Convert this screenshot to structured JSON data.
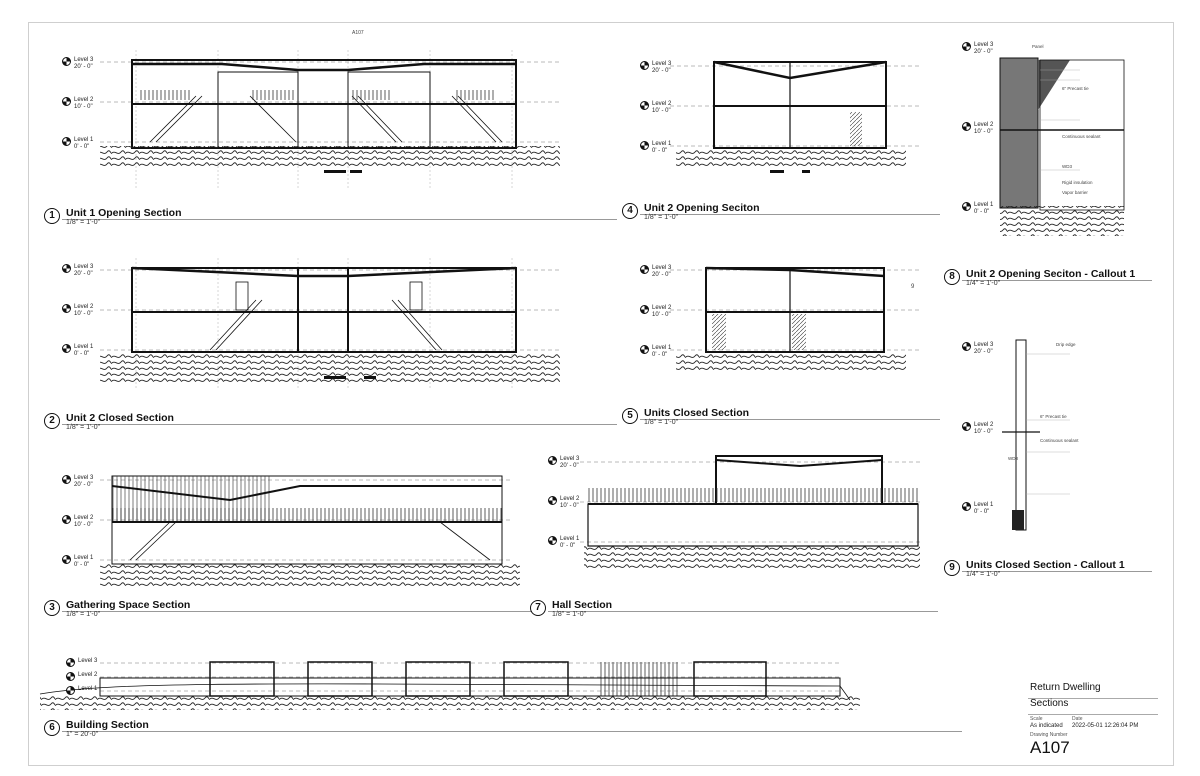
{
  "levels": {
    "l3_name": "Level 3",
    "l3_elev": "20' - 0\"",
    "l2_name": "Level 2",
    "l2_elev": "10' - 0\"",
    "l1_name": "Level 1",
    "l1_elev": "0' - 0\""
  },
  "views": [
    {
      "num": "1",
      "name": "Unit 1 Opening Section",
      "scale": "1/8\" = 1'-0\""
    },
    {
      "num": "2",
      "name": "Unit 2 Closed Section",
      "scale": "1/8\" = 1'-0\""
    },
    {
      "num": "3",
      "name": "Gathering Space Section",
      "scale": "1/8\" = 1'-0\""
    },
    {
      "num": "4",
      "name": "Unit 2 Opening Seciton",
      "scale": "1/8\" = 1'-0\""
    },
    {
      "num": "5",
      "name": "Units Closed Section",
      "scale": "1/8\" = 1'-0\""
    },
    {
      "num": "6",
      "name": "Building Section",
      "scale": "1\" = 20'-0\""
    },
    {
      "num": "7",
      "name": "Hall Section",
      "scale": "1/8\" = 1'-0\""
    },
    {
      "num": "8",
      "name": "Unit 2 Opening Seciton - Callout 1",
      "scale": "1/4\" = 1'-0\""
    },
    {
      "num": "9",
      "name": "Units Closed Section - Callout 1",
      "scale": "1/4\" = 1'-0\""
    }
  ],
  "section_tag": {
    "sheet": "A107"
  },
  "callouts": {
    "c8": "8",
    "c9": "9"
  },
  "detail_notes": {
    "panel": "Panel",
    "drip": "Drip edge",
    "precast": "6\" Precast tie",
    "sealant": "Continuous sealant",
    "insulation": "Rigid insulation",
    "vapor": "Vapor barrier",
    "wd": "WD3"
  },
  "title_block": {
    "project": "Return Dwelling",
    "sheet_name": "Sections",
    "scale_label": "Scale",
    "scale_value": "As indicated",
    "date_label": "Date",
    "date_value": "2022-05-01 12:26:04 PM",
    "number_label": "Drawing Number",
    "number_value": "A107"
  }
}
